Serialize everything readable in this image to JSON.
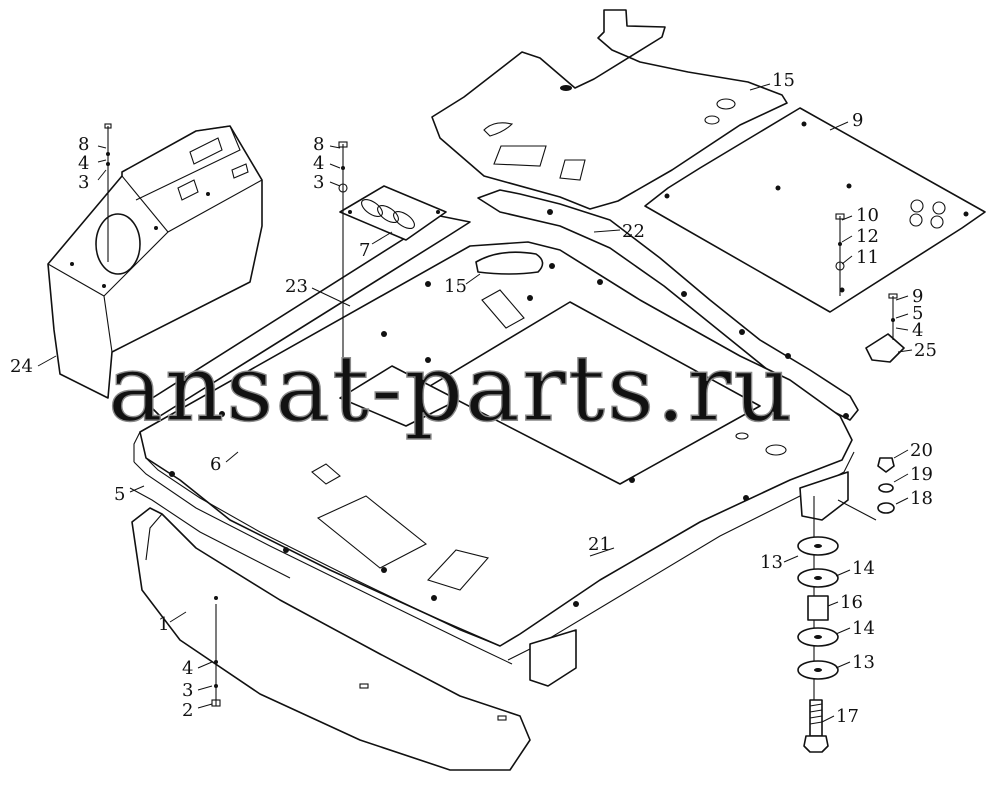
{
  "watermark": "ansat-parts.ru",
  "callouts": [
    {
      "id": "c24",
      "text": "24"
    },
    {
      "id": "c8a",
      "text": "8"
    },
    {
      "id": "c4a",
      "text": "4"
    },
    {
      "id": "c3a",
      "text": "3"
    },
    {
      "id": "c8b",
      "text": "8"
    },
    {
      "id": "c4b",
      "text": "4"
    },
    {
      "id": "c3b",
      "text": "3"
    },
    {
      "id": "c7",
      "text": "7"
    },
    {
      "id": "c23",
      "text": "23"
    },
    {
      "id": "c15a",
      "text": "15"
    },
    {
      "id": "c15b",
      "text": "15"
    },
    {
      "id": "c9a",
      "text": "9"
    },
    {
      "id": "c22",
      "text": "22"
    },
    {
      "id": "c10",
      "text": "10"
    },
    {
      "id": "c12",
      "text": "12"
    },
    {
      "id": "c11",
      "text": "11"
    },
    {
      "id": "c9b",
      "text": "9"
    },
    {
      "id": "c5a",
      "text": "5"
    },
    {
      "id": "c4c",
      "text": "4"
    },
    {
      "id": "c25",
      "text": "25"
    },
    {
      "id": "c6",
      "text": "6"
    },
    {
      "id": "c5b",
      "text": "5"
    },
    {
      "id": "c20",
      "text": "20"
    },
    {
      "id": "c19",
      "text": "19"
    },
    {
      "id": "c18",
      "text": "18"
    },
    {
      "id": "c21",
      "text": "21"
    },
    {
      "id": "c13a",
      "text": "13"
    },
    {
      "id": "c14a",
      "text": "14"
    },
    {
      "id": "c16",
      "text": "16"
    },
    {
      "id": "c14b",
      "text": "14"
    },
    {
      "id": "c13b",
      "text": "13"
    },
    {
      "id": "c17",
      "text": "17"
    },
    {
      "id": "c1",
      "text": "1"
    },
    {
      "id": "c4d",
      "text": "4"
    },
    {
      "id": "c3c",
      "text": "3"
    },
    {
      "id": "c2",
      "text": "2"
    }
  ]
}
